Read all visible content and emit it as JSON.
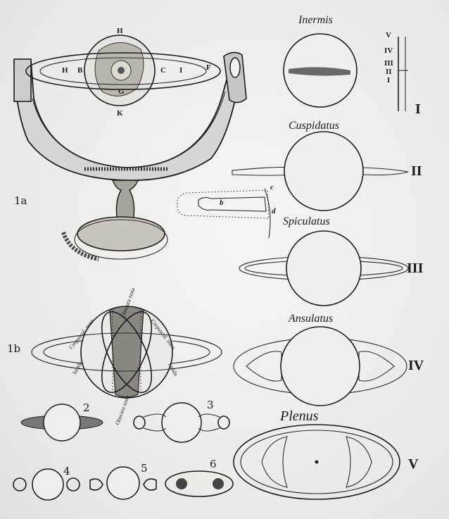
{
  "figure_labels": {
    "fig_1a": "1a",
    "fig_1b": "1b",
    "fig_2": "2",
    "fig_3": "3",
    "fig_4": "4",
    "fig_5": "5",
    "fig_6": "6"
  },
  "stages": [
    {
      "numeral": "I",
      "name": "Inermis"
    },
    {
      "numeral": "II",
      "name": "Cuspidatus"
    },
    {
      "numeral": "III",
      "name": "Spiculatus"
    },
    {
      "numeral": "IV",
      "name": "Ansulatus"
    },
    {
      "numeral": "V",
      "name": "Plenus"
    }
  ],
  "globe_letters": {
    "top": "H",
    "bottom": "K",
    "left": "H",
    "left_inner": "B",
    "right_inner": "C",
    "right": "I",
    "ring": "F",
    "lower": "G"
  },
  "zone_labels": {
    "crep_left": "Crepuscul. zona",
    "crep_right": "Crepuscul. zona",
    "obscura_top": "Obscura zona",
    "obscura_bottom": "Obscura zona",
    "lucida_left": "lucida",
    "lucida_right": "lucida"
  },
  "detail_letters": {
    "c": "c",
    "b": "b",
    "d": "d"
  },
  "scale_numerals": [
    "V",
    "IV",
    "III",
    "II",
    "I"
  ]
}
